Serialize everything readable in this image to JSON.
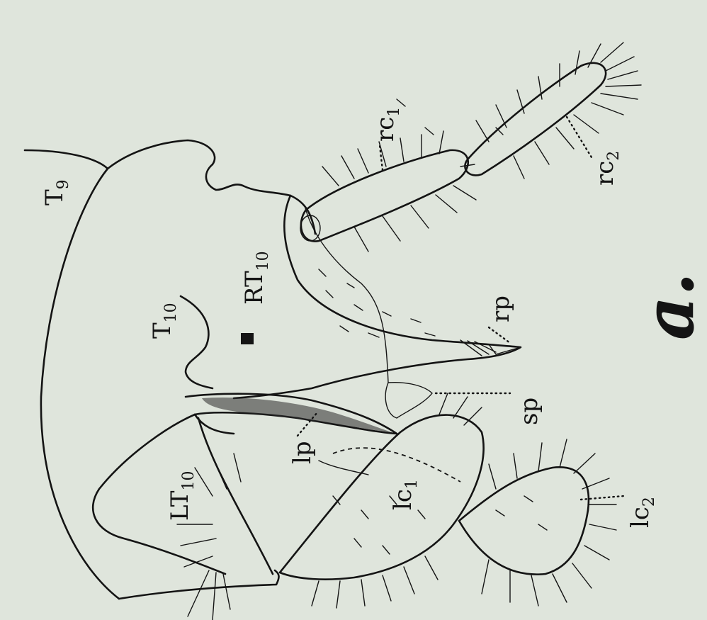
{
  "figure": {
    "letter": "a.",
    "labels": {
      "t9": {
        "main": "T",
        "sub": "9"
      },
      "t10": {
        "main": "T",
        "sub": "10"
      },
      "rt10": {
        "main": "RT",
        "sub": "10"
      },
      "lt10": {
        "main": "LT",
        "sub": "10"
      },
      "rc1": {
        "main": "rc",
        "sub": "1"
      },
      "rc2": {
        "main": "rc",
        "sub": "2"
      },
      "lc1": {
        "main": "lc",
        "sub": "1"
      },
      "lc2": {
        "main": "lc",
        "sub": "2"
      },
      "rp": {
        "main": "rp",
        "sub": ""
      },
      "sp": {
        "main": "sp",
        "sub": ""
      },
      "lp": {
        "main": "lp",
        "sub": ""
      }
    }
  }
}
